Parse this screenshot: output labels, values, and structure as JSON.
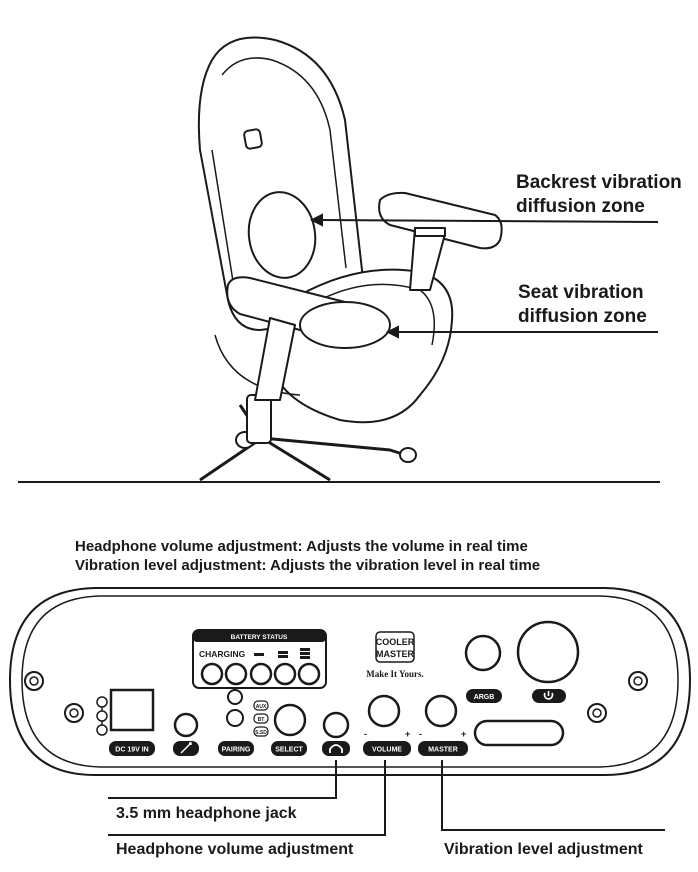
{
  "chair": {
    "backrest_label_1": "Backrest vibration",
    "backrest_label_2": "diffusion zone",
    "seat_label_1": "Seat vibration",
    "seat_label_2": "diffusion zone"
  },
  "intro": {
    "line1": "Headphone volume adjustment: Adjusts the volume in real time",
    "line2": "Vibration level adjustment: Adjusts the vibration level in real time"
  },
  "panel": {
    "battery_status": "BATTERY STATUS",
    "charging": "CHARGING",
    "dc_in": "DC 19V IN",
    "pairing": "PAIRING",
    "select": "SELECT",
    "aux": "AUX",
    "bt": "BT",
    "sd": "S.SD",
    "volume": "VOLUME",
    "master": "MASTER",
    "argb": "ARGB",
    "brand_1": "COOLER",
    "brand_2": "MASTER",
    "tagline": "Make It Yours.",
    "minus": "-",
    "plus": "+"
  },
  "callouts": {
    "headphone_jack": "3.5 mm headphone jack",
    "headphone_volume": "Headphone volume adjustment",
    "vibration_level": "Vibration level adjustment"
  }
}
